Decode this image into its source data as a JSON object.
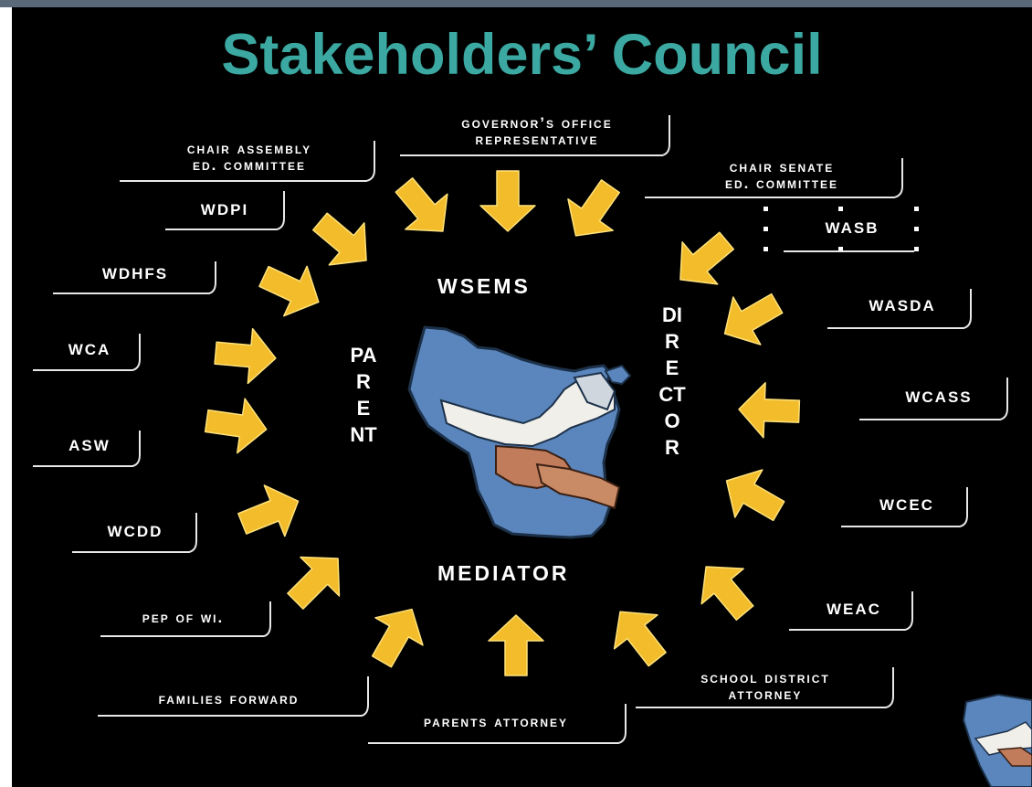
{
  "slide": {
    "title": "Stakeholders’ Council",
    "title_color": "#3ba8a1",
    "background": "#000000",
    "arrow_color": "#f2bc2a"
  },
  "center": {
    "top": "WSEMS",
    "bottom": "MEDIATOR",
    "left": "PARENT",
    "right": "DIRECTOR",
    "image": "wisconsin-map-handshake"
  },
  "stakeholders": {
    "governors_office": [
      "Governor’s Office",
      "Representative"
    ],
    "chair_assembly": [
      "Chair Assembly",
      "Ed. Committee"
    ],
    "chair_senate": [
      "Chair Senate",
      "Ed. Committee"
    ],
    "wdpi": "WDPI",
    "wasb": "WASB",
    "wdhfs": "WDHFS",
    "wasda": "WASDA",
    "wca": "WCA",
    "wcass": "WCASS",
    "asw": "ASW",
    "wcec": "WCEC",
    "wcdd": "WCDD",
    "weac": "WEAC",
    "pep": "PEP of WI.",
    "families_forward": "Families Forward",
    "parents_attorney": "Parents Attorney",
    "school_district_attorney": [
      "School District",
      "Attorney"
    ]
  }
}
